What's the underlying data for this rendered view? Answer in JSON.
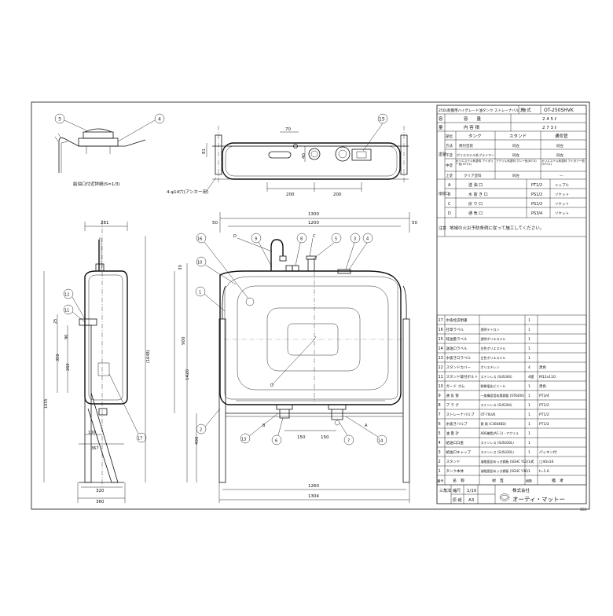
{
  "title_block": {
    "drawing_title": "250L耐震用ハイグレード油タンク ストレーナバルブ付",
    "model_label": "形 式",
    "model_value": "OT-250SHVK",
    "capacity_label": "容　　量",
    "capacity_value": "2 4 5 ℓ",
    "inner_volume_label": "内 容 積",
    "inner_volume_value": "2 7 3 ℓ",
    "finish_header_part": "部位",
    "finish_header_tank": "タンク",
    "finish_header_stand": "スタンド",
    "finish_header_vent": "通気管",
    "finish_side_label": "塗装",
    "finish_rows": [
      {
        "label": "方法",
        "tank": "焼付塗装",
        "stand": "同左",
        "vent": "同左"
      },
      {
        "label": "下塗",
        "tank": "ポリエステル系プライマー",
        "stand": "同左",
        "vent": "同左"
      },
      {
        "label": "中塗",
        "tank": "ポリエステル系塗料 アイボリー色(5Y7/1)",
        "stand": "アクリル系塗料 グレー色(N7.0)",
        "vent": "ポリエステル系塗料 アイボリー色(5Y7/1)"
      },
      {
        "label": "上塗",
        "tank": "クリア塗料",
        "stand": "同左",
        "vent": "—"
      }
    ],
    "connection_side_label": "接続口",
    "connections": [
      {
        "id": "A",
        "name": "送 油 口",
        "size": "PT1/2",
        "type": "ニップル"
      },
      {
        "id": "B",
        "name": "水 抜 き 口",
        "size": "PS1/2",
        "type": "ソケット"
      },
      {
        "id": "C",
        "name": "戻 り 口",
        "size": "PS1/2",
        "type": "ソケット"
      },
      {
        "id": "D",
        "name": "通 気 口",
        "size": "PS3/4",
        "type": "ソケット"
      }
    ],
    "note_label": "注意",
    "note_text": "地域の火災予防条例に従って施工してください。",
    "parts": [
      {
        "no": "17",
        "name": "水抜栓説明書",
        "material": "",
        "qty": "1",
        "note": ""
      },
      {
        "no": "16",
        "name": "社章ラベル",
        "material": "透明テトロン",
        "qty": "1",
        "note": ""
      },
      {
        "no": "15",
        "name": "銘油量ラベル",
        "material": "透明ポリエステル",
        "qty": "1",
        "note": ""
      },
      {
        "no": "14",
        "name": "送油口ラベル",
        "material": "白色ポリエステル",
        "qty": "1",
        "note": ""
      },
      {
        "no": "13",
        "name": "水抜き口ラベル",
        "material": "白色ポリエステル",
        "qty": "1",
        "note": ""
      },
      {
        "no": "12",
        "name": "スタンドカバー",
        "material": "ポリエチレン",
        "qty": "4",
        "note": "黒色"
      },
      {
        "no": "11",
        "name": "スタンド取付ボルト",
        "material": "ステンレス (SUS304)",
        "qty": "4組",
        "note": "M12x110"
      },
      {
        "no": "10",
        "name": "ガード ゴム",
        "material": "軟質塩化ビニール",
        "qty": "1",
        "note": "黒色"
      },
      {
        "no": "9",
        "name": "通 気 管",
        "material": "一般構造用炭素鋼管 (STK400)",
        "qty": "1",
        "note": "PT3/4"
      },
      {
        "no": "8",
        "name": "プ ラ グ",
        "material": "ステンレス (SUS304)",
        "qty": "1",
        "note": "PT1/2"
      },
      {
        "no": "7",
        "name": "ストレーナバルブ",
        "material": "OT-70LVK",
        "qty": "1",
        "note": "PT1/2"
      },
      {
        "no": "6",
        "name": "水抜きバルブ",
        "material": "黄 銅 (C3604BD)",
        "qty": "1",
        "note": "PT1/2"
      },
      {
        "no": "5",
        "name": "油 量 計",
        "material": "ABS樹脂(AC-1)・アクリル",
        "qty": "1",
        "note": ""
      },
      {
        "no": "4",
        "name": "給油口口金",
        "material": "ステンレス (SUS430L)",
        "qty": "1",
        "note": ""
      },
      {
        "no": "3",
        "name": "給油口キャップ",
        "material": "ステンレス (SUS430L)",
        "qty": "1",
        "note": "パッキン付"
      },
      {
        "no": "2",
        "name": "スタンド",
        "material": "溶融亜鉛めっき鋼板 (SGHC Y12)",
        "qty": "1式",
        "note": "□40x16"
      },
      {
        "no": "1",
        "name": "タンク本体",
        "material": "溶融亜鉛めっき鋼板 (SGHC Y36)",
        "qty": "1",
        "note": "t=1.6"
      }
    ],
    "parts_header": {
      "no": "番号",
      "name": "名　称",
      "material": "材　質",
      "qty": "個数",
      "note": "備　考"
    },
    "projection_label": "三角法",
    "scale_label": "縮尺",
    "scale_value": "1/10",
    "original_label": "原 紙",
    "original_value": "A3",
    "company_label": "株式会社",
    "company_name": "オーティ・マットー",
    "sheet_code": "SG5"
  },
  "views": {
    "filler_detail_caption": "給油口付近詳細(S=1/3)",
    "anchor_hole_label": "4-φ14穴(アンカー用)",
    "balloons": [
      "1",
      "2",
      "3",
      "4",
      "5",
      "6",
      "7",
      "8",
      "9",
      "10",
      "11",
      "12",
      "13",
      "14",
      "15",
      "16",
      "17"
    ],
    "port_letters": [
      "A",
      "B",
      "C",
      "D"
    ],
    "dims_top": {
      "d70": "70",
      "d40": "40",
      "d81": "81",
      "d200a": "200",
      "d200b": "200"
    },
    "dims_front": {
      "w1300": "1300",
      "w1200": "1200",
      "w50a": "50",
      "w50b": "50",
      "h30": "30",
      "h900": "900",
      "h1420": "1420",
      "h490": "490",
      "w150a": "150",
      "w150b": "150",
      "w1260": "1260",
      "w1304": "1304"
    },
    "dims_side": {
      "w281": "281",
      "h25": "25",
      "h90": "90",
      "h350": "350",
      "h260": "260",
      "h1648": "(1648)",
      "h1055": "1055",
      "w100": "100",
      "w367": "367",
      "w320": "320",
      "w360": "360"
    }
  }
}
